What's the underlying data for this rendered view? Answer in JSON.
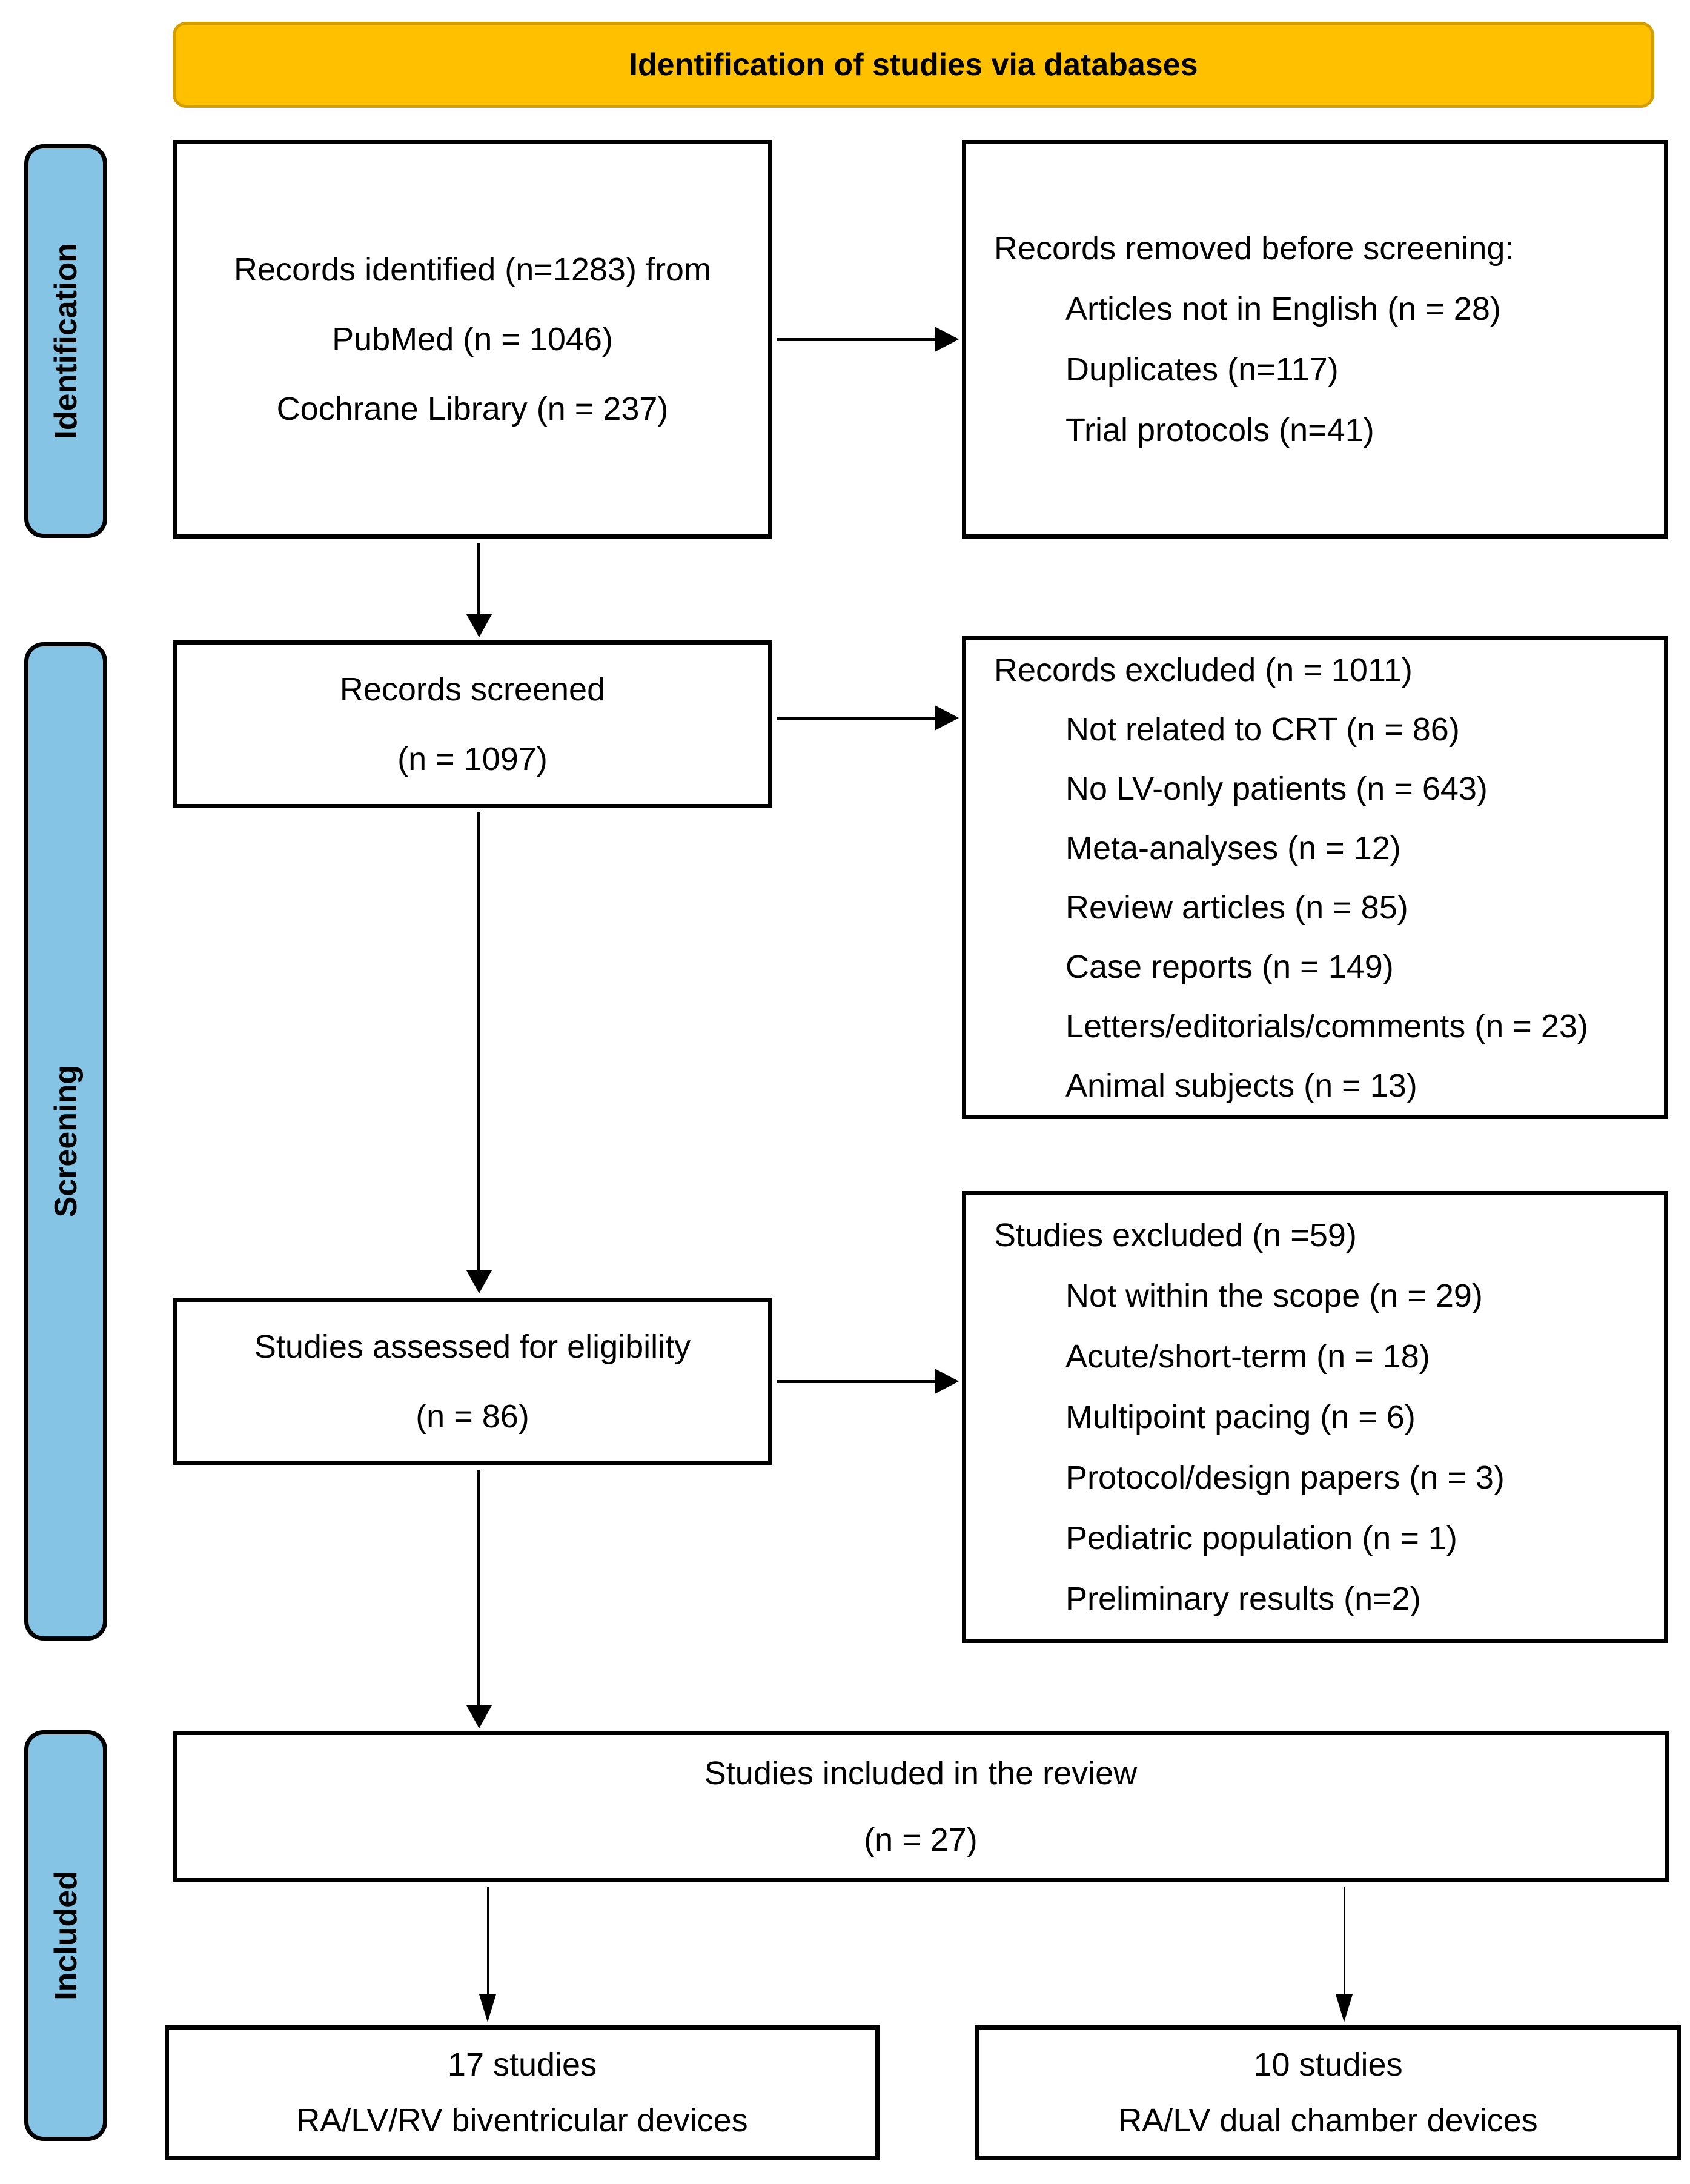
{
  "banner": {
    "title": "Identification of studies via databases"
  },
  "palette": {
    "banner_fill": "#FFC000",
    "banner_border": "#D39E00",
    "stage_fill": "#86C4E5",
    "box_border": "#000000",
    "box_bg": "#FFFFFF",
    "arrow": "#000000"
  },
  "stages": [
    {
      "label": "Identification"
    },
    {
      "label": "Screening"
    },
    {
      "label": "Included"
    }
  ],
  "boxes": {
    "identified": {
      "line1": "Records identified (n=1283) from",
      "line2": "PubMed (n = 1046)",
      "line3": "Cochrane Library (n = 237)"
    },
    "removed_before_screening": {
      "title": "Records removed before screening:",
      "items": [
        "Articles not in English (n = 28)",
        "Duplicates (n=117)",
        "Trial protocols (n=41)"
      ]
    },
    "screened": {
      "line1": "Records screened",
      "line2": "(n = 1097)"
    },
    "records_excluded": {
      "title": "Records excluded (n = 1011)",
      "items": [
        "Not related to CRT (n = 86)",
        "No LV-only patients (n = 643)",
        "Meta-analyses (n = 12)",
        "Review articles (n = 85)",
        "Case reports (n = 149)",
        "Letters/editorials/comments (n = 23)",
        "Animal subjects (n = 13)"
      ]
    },
    "assessed": {
      "line1": "Studies assessed for eligibility",
      "line2": "(n = 86)"
    },
    "studies_excluded": {
      "title": "Studies excluded (n =59)",
      "items": [
        "Not within the scope (n = 29)",
        "Acute/short-term (n = 18)",
        "Multipoint pacing (n = 6)",
        "Protocol/design papers (n = 3)",
        "Pediatric population (n = 1)",
        "Preliminary results (n=2)"
      ]
    },
    "included_in_review": {
      "line1": "Studies included in the review",
      "line2": "(n = 27)"
    },
    "biventricular": {
      "line1": "17 studies",
      "line2": "RA/LV/RV biventricular devices"
    },
    "dual_chamber": {
      "line1": "10 studies",
      "line2": "RA/LV dual chamber devices"
    }
  }
}
